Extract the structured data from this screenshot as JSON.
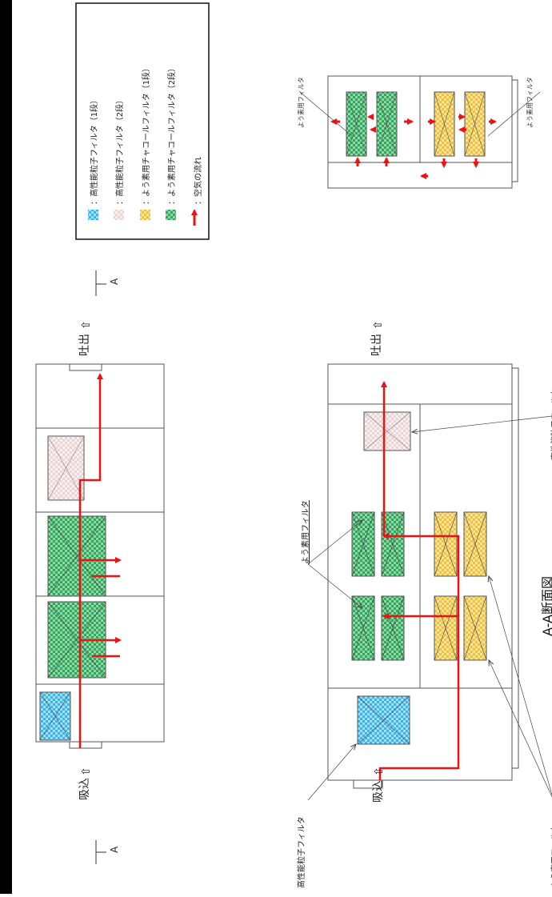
{
  "legend": {
    "items": [
      {
        "label": "：高性能粒子フィルタ（1段）",
        "color": "#5bc8f0"
      },
      {
        "label": "：高性能粒子フィルタ（2段）",
        "color": "#f1dede"
      },
      {
        "label": "：よう素用チャコールフィルタ（1段）",
        "color": "#f5cf5a"
      },
      {
        "label": "：よう素用チャコールフィルタ（2段）",
        "color": "#3fb56a"
      },
      {
        "label": "：空気の流れ",
        "color": "#ee1111"
      }
    ]
  },
  "labels": {
    "intake": "吸込",
    "exhaust": "吐出",
    "section_mark": "A",
    "section_title": "A-A断面図",
    "iodine_filter": "よう素用フィルタ",
    "hepa_filter": "高性能粒子フィルタ",
    "iodine_filter_small": "よう素用フィルタ"
  },
  "colors": {
    "airflow": "#ee1111",
    "line": "#444444",
    "hepa1": "#5bc8f0",
    "hepa2": "#f1dede",
    "charcoal1": "#f5cf5a",
    "charcoal2": "#3fb56a"
  }
}
